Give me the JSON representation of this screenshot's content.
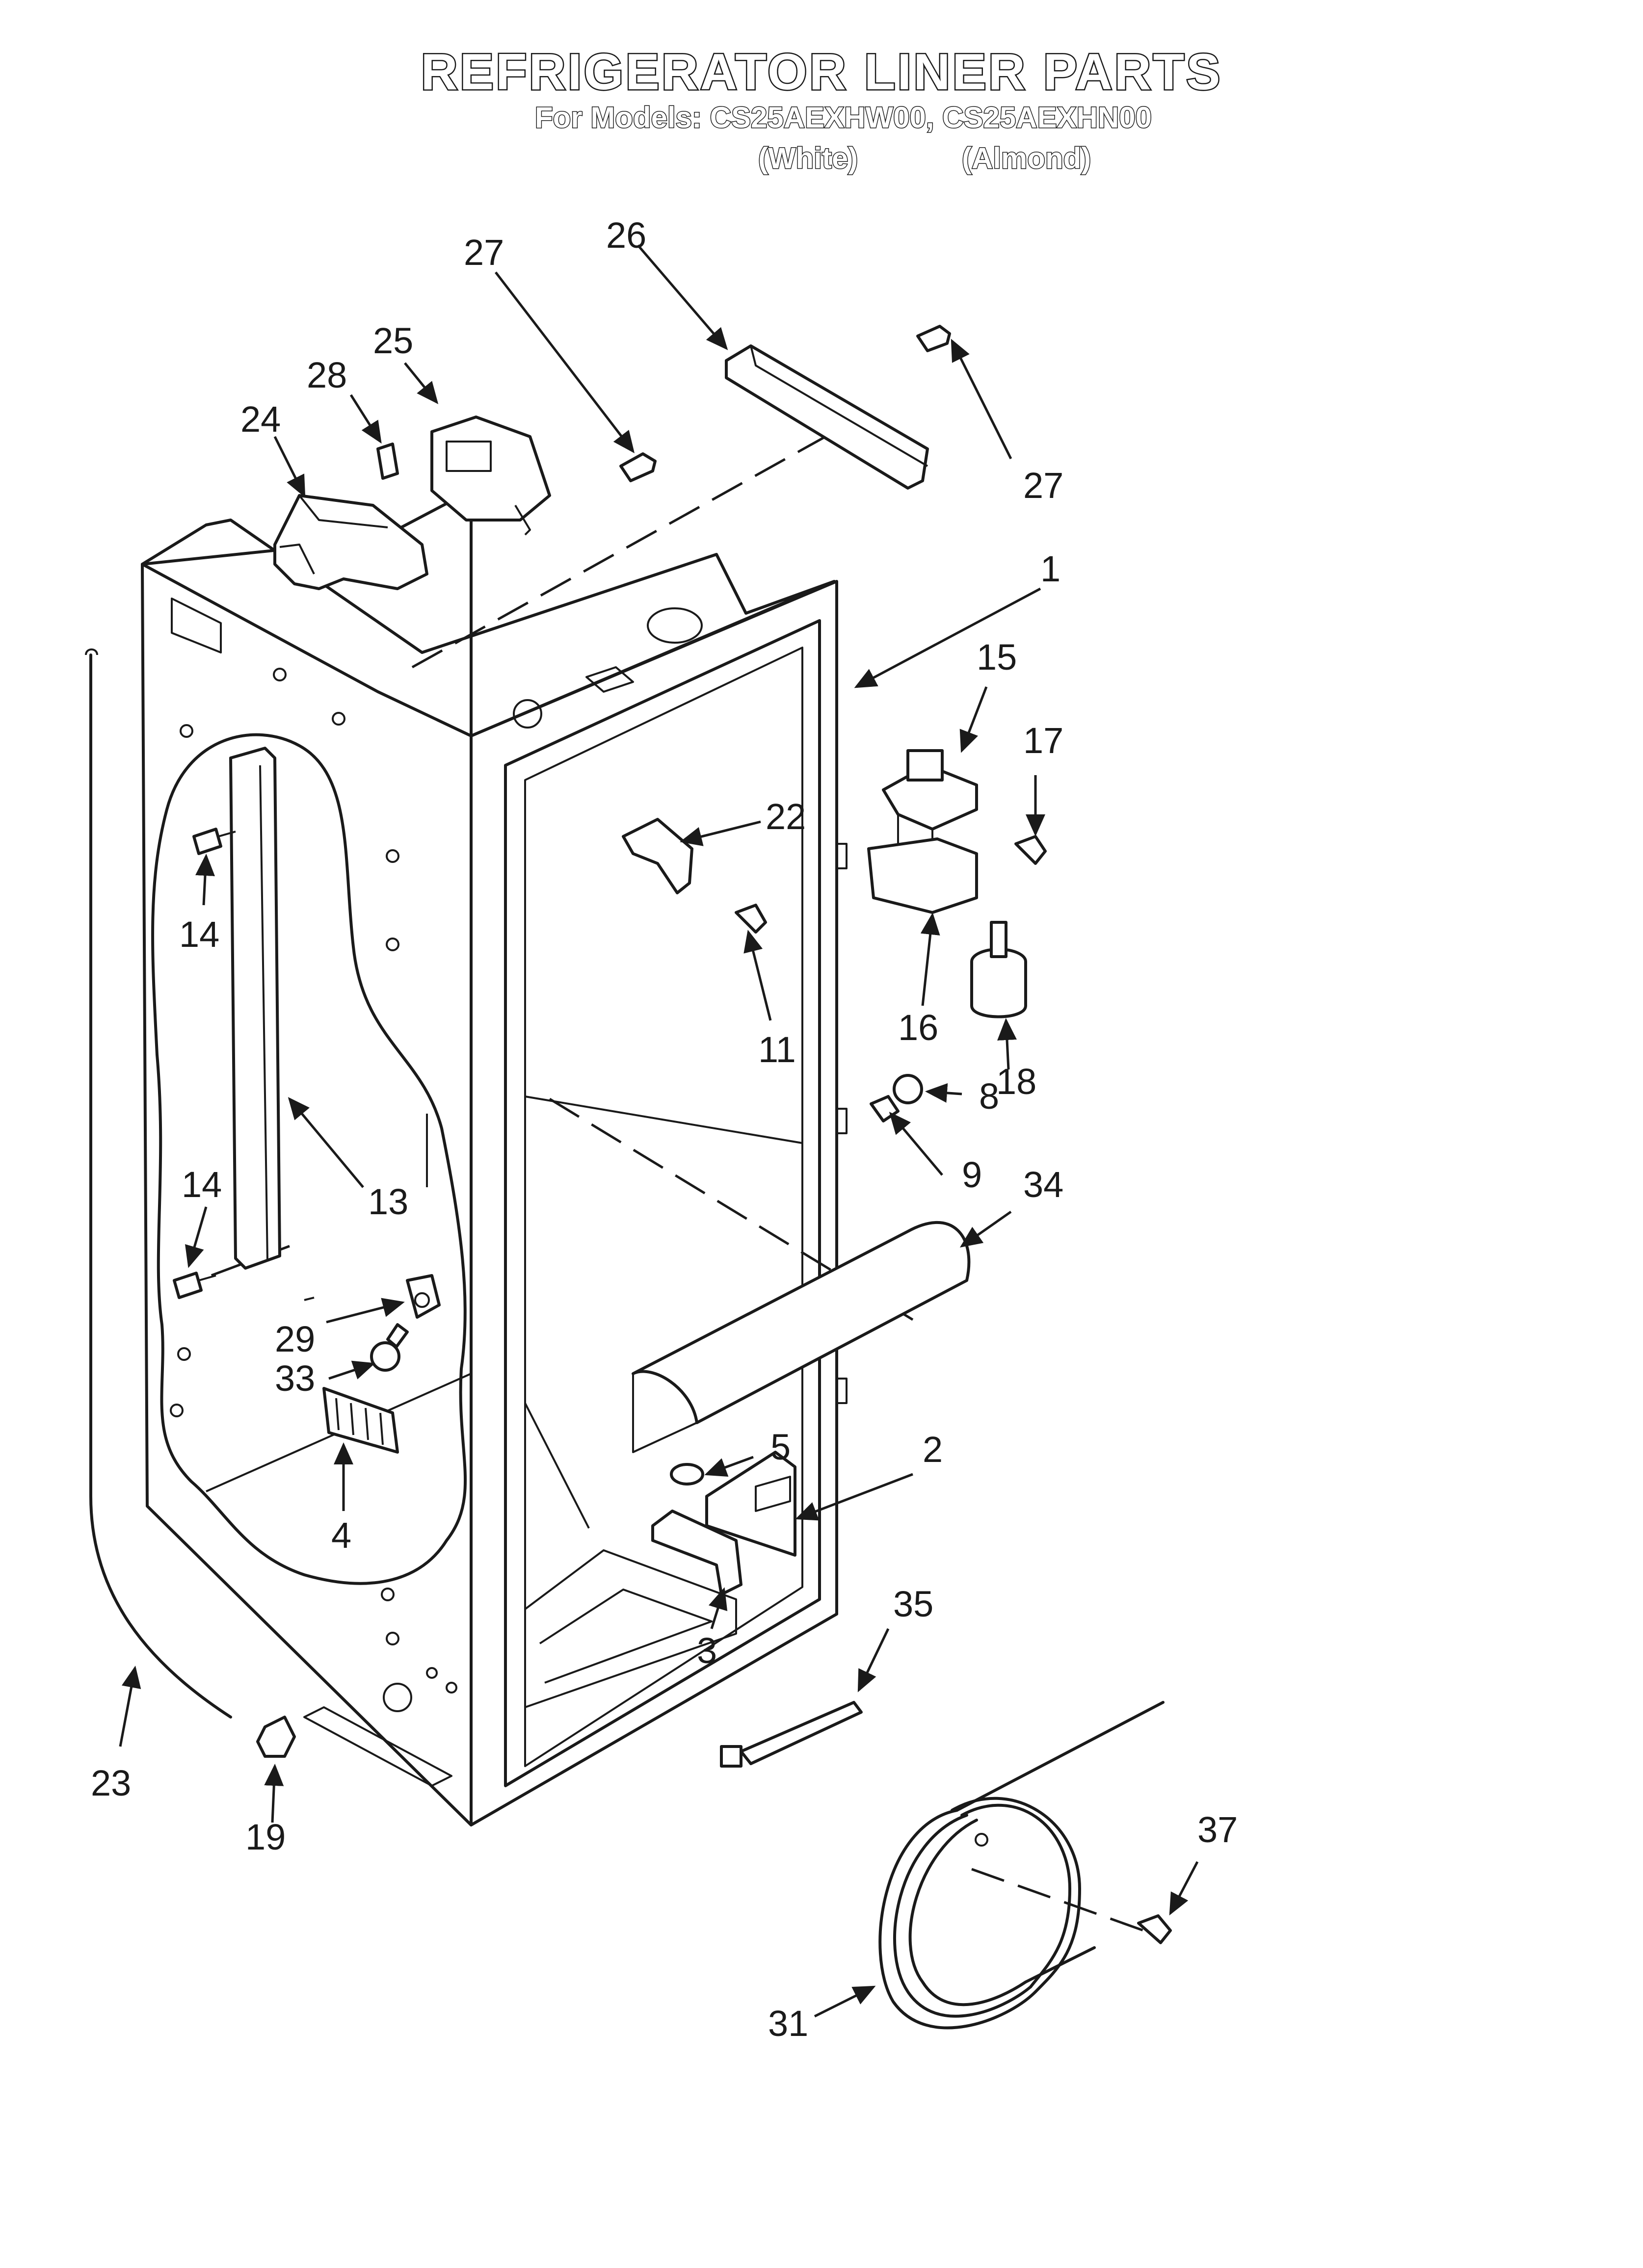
{
  "header": {
    "title": "REFRIGERATOR LINER PARTS",
    "models_line": "For Models: CS25AEXHW00, CS25AEXHN00",
    "variant_white": "(White)",
    "variant_almond": "(Almond)"
  },
  "callouts": {
    "c1": "1",
    "c2": "2",
    "c3": "3",
    "c4": "4",
    "c5": "5",
    "c8": "8",
    "c9": "9",
    "c11": "11",
    "c13": "13",
    "c14a": "14",
    "c14b": "14",
    "c15": "15",
    "c16": "16",
    "c17": "17",
    "c18": "18",
    "c19": "19",
    "c22": "22",
    "c23": "23",
    "c24": "24",
    "c25": "25",
    "c26": "26",
    "c27a": "27",
    "c27b": "27",
    "c28": "28",
    "c29": "29",
    "c31": "31",
    "c33": "33",
    "c34": "34",
    "c35": "35",
    "c37": "37"
  }
}
